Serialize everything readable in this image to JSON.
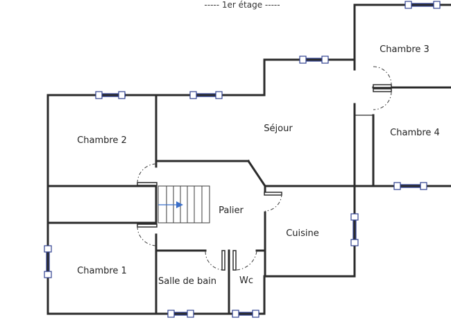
{
  "floor_title": "-----  1er étage  -----",
  "rooms": {
    "chambre_3": "Chambre 3",
    "sejour": "Séjour",
    "chambre_2": "Chambre 2",
    "chambre_4": "Chambre 4",
    "palier": "Palier",
    "cuisine": "Cuisine",
    "chambre_1": "Chambre 1",
    "salle_de_bain": "Salle de bain",
    "wc": "Wc"
  },
  "colors": {
    "wall": "#2b2b2b",
    "window": "#2e3f8f",
    "stair_arrow": "#3b6fc9"
  }
}
